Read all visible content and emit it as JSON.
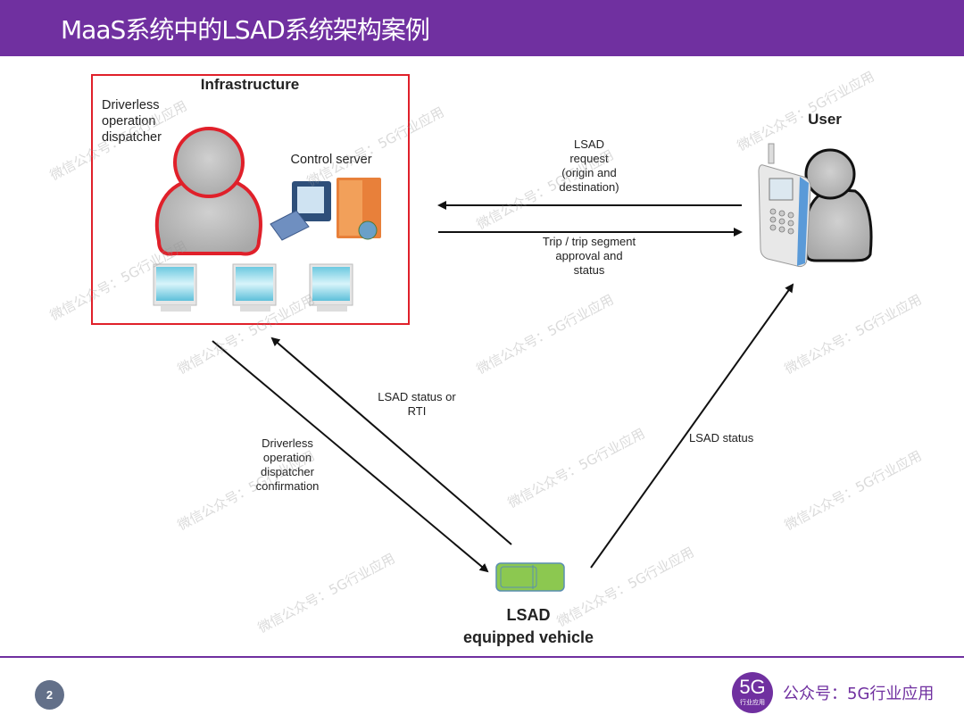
{
  "header": {
    "title": "MaaS系统中的LSAD系统架构案例"
  },
  "diagram": {
    "infrastructure": {
      "title": "Infrastructure",
      "dispatcher_label_lines": [
        "Driverless",
        "operation",
        "dispatcher"
      ],
      "control_server_label": "Control server",
      "monitor_count": 3
    },
    "user": {
      "label": "User"
    },
    "vehicle": {
      "label_line1": "LSAD",
      "label_line2": "equipped vehicle"
    },
    "arrows": [
      {
        "id": "lsad-request",
        "from": "User",
        "to": "Infrastructure",
        "label_lines": [
          "LSAD",
          "request",
          "(origin and",
          "destination)"
        ]
      },
      {
        "id": "trip-approval",
        "from": "Infrastructure",
        "to": "User",
        "label_lines": [
          "Trip / trip segment",
          "approval and",
          "status"
        ]
      },
      {
        "id": "dispatcher-confirmation",
        "from": "Infrastructure",
        "to": "LSAD equipped vehicle",
        "label_lines": [
          "Driverless",
          "operation",
          "dispatcher",
          "confirmation"
        ]
      },
      {
        "id": "lsad-status-rti",
        "from": "LSAD equipped vehicle",
        "to": "Infrastructure",
        "label_lines": [
          "LSAD status or",
          "RTI"
        ]
      },
      {
        "id": "lsad-status",
        "from": "LSAD equipped vehicle",
        "to": "User",
        "label_lines": [
          "LSAD status"
        ]
      }
    ],
    "colors": {
      "infra_border": "#e0202a",
      "accent": "#7030a0",
      "vehicle": "#8cc850"
    }
  },
  "watermark": {
    "text": "微信公众号：5G行业应用"
  },
  "footer": {
    "page_number": "2",
    "logo_big": "5G",
    "logo_small": "行业应用",
    "brand_text": "公众号：5G行业应用"
  }
}
